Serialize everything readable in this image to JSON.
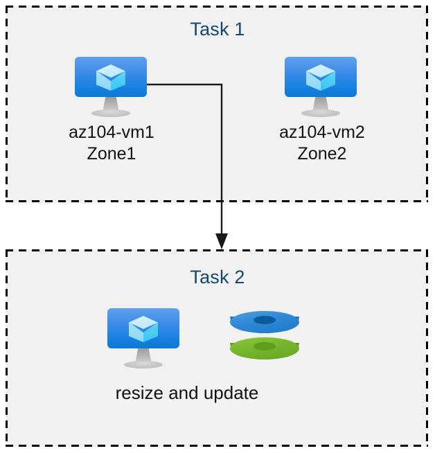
{
  "diagram": {
    "title_color": "#12476e",
    "box_fill": "#f1f1f1",
    "border_color": "#000000",
    "canvas_bg": "#ffffff",
    "azure_blue": "#1b82e2",
    "disk_blue": "#2f88d6",
    "disk_green": "#76b52c"
  },
  "task1": {
    "title": "Task 1",
    "nodes": [
      {
        "icon": "virtual-machine-icon",
        "name": "az104-vm1",
        "zone": "Zone1",
        "label": "az104-vm1\nZone1"
      },
      {
        "icon": "virtual-machine-icon",
        "name": "az104-vm2",
        "zone": "Zone2",
        "label": "az104-vm2\nZone2"
      }
    ],
    "vm1_line1": "az104-vm1",
    "vm1_line2": "Zone1",
    "vm2_line1": "az104-vm2",
    "vm2_line2": "Zone2"
  },
  "task2": {
    "title": "Task 2",
    "caption": "resize and update",
    "icons": [
      {
        "icon": "virtual-machine-icon",
        "name": "virtual machine"
      },
      {
        "icon": "managed-disks-icon",
        "name": "managed disks"
      }
    ]
  },
  "connector": {
    "from": "az104-vm1",
    "to": "Task 2",
    "style": "elbow-arrow",
    "arrowhead": "solid-triangle"
  }
}
